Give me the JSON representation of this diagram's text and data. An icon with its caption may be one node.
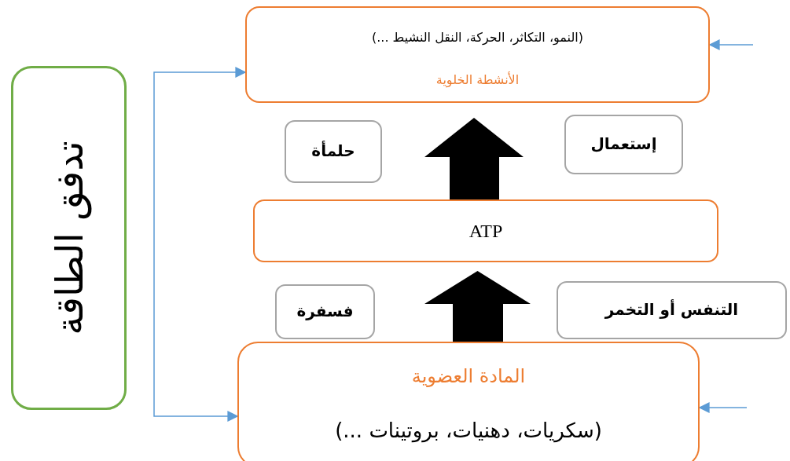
{
  "diagram": {
    "nodes": [
      {
        "text": [
          "(النمو، التكاثر، الحركة، النقل النشيط ...)",
          "الأنشطة الخلوية"
        ]
      },
      {
        "text": [
          "حلمأة"
        ]
      },
      {
        "text": [
          "إستعمال"
        ]
      },
      {
        "text": [
          "ATP"
        ]
      },
      {
        "text": [
          "فسفرة"
        ]
      },
      {
        "text": [
          "التنفس أو التخمر"
        ]
      },
      {
        "text": [
          "المادة العضوية",
          "(سكريات، دهنيات، بروتينات ...)"
        ]
      },
      {
        "text": [
          "تدفق الطاقة"
        ]
      }
    ],
    "edges": [
      {
        "from": 3,
        "to": 0,
        "arrow": "to",
        "style": "thick",
        "color": "#000000"
      },
      {
        "from": 6,
        "to": 3,
        "arrow": "to",
        "style": "thick",
        "color": "#000000"
      },
      {
        "from": 0,
        "to": 6,
        "arrow": "both",
        "color": "#5b9bd5"
      },
      {
        "from": null,
        "to": 0,
        "arrow": "to",
        "color": "#5b9bd5"
      },
      {
        "from": null,
        "to": 6,
        "arrow": "to",
        "color": "#5b9bd5"
      }
    ]
  }
}
